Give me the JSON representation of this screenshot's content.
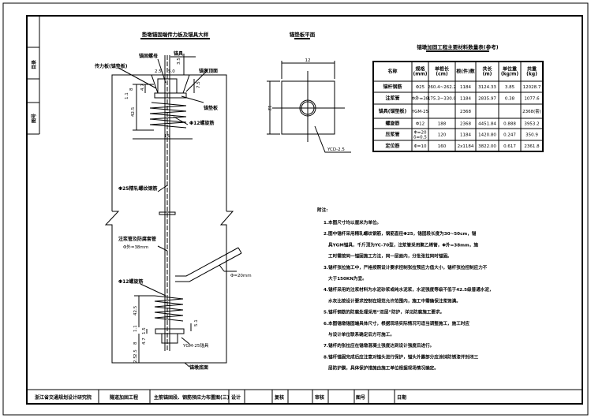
{
  "sheet": {
    "side_labels": [
      "目录",
      "图号"
    ],
    "title_block": {
      "institute": "浙江省交通规划设计研究院",
      "project": "隧道加固工程",
      "drawing_title": "主筋锚固段、钢筋预应力布置图(三)",
      "design": "设计",
      "check": "复核",
      "review": "审核",
      "drawing_no": "图号",
      "date": "日期"
    }
  },
  "detail": {
    "title": "垫墩锚固端传力板及锚具大样",
    "labels": {
      "anchor": "锚具",
      "nut": "锚固螺母",
      "plate": "传力板(锚垫板)",
      "grout_cap": "锚墩顶面",
      "bearing": "锚垫板",
      "spiral_top": "Φ12螺旋筋",
      "bar": "Φ25精轧螺纹钢筋",
      "sleeve": "注浆管及防腐套管",
      "sleeve_dim": "Φ外=38mm",
      "pipe": "Φ=20mm",
      "spiral_bottom": "Φ12螺旋筋",
      "anchor_bottom": "YGM-25锚具",
      "bottom": "锚墩底面"
    },
    "dims": [
      "3.5",
      "5.0",
      "2.5",
      "7.5",
      "8",
      "4.7",
      "1.1",
      "42.5",
      "15",
      "2.5",
      "8",
      "2.5",
      "1.5",
      "5.1"
    ]
  },
  "plan": {
    "title": "锚垫板平面",
    "width": "12",
    "height": "12",
    "label": "YCD-2.5"
  },
  "table": {
    "title": "锚墩加固工程主要材料数量表(参考)",
    "headers": [
      "名称",
      "规格\n(mm)",
      "单根长\n(cm)",
      "根(件)数",
      "共长\n(m)",
      "单位重\n(kg/m)",
      "共重\n(kg)"
    ],
    "rows": [
      [
        "锚杆钢筋",
        "Φ25",
        "260.4~262.2",
        "1184",
        "3124.33",
        "3.85",
        "12028.7"
      ],
      [
        "注浆管",
        "Φ外=38",
        "175.3~330.0",
        "1184",
        "2835.97",
        "0.38",
        "1077.6"
      ],
      [
        "锚具(锚垫板)",
        "YGM-25",
        "",
        "2368",
        "",
        "",
        "2368(套)"
      ],
      [
        "螺旋筋",
        "Φ12",
        "188",
        "2368",
        "4451.84",
        "0.888",
        "3953.2"
      ],
      [
        "压浆管",
        "Φ=20 δ=0.5",
        "120",
        "1184",
        "1420.80",
        "0.247",
        "350.9"
      ],
      [
        "定位筋",
        "Φ=10",
        "160",
        "2x1184",
        "3822.00",
        "0.617",
        "2361.8"
      ]
    ]
  },
  "notes": {
    "heading": "附注:",
    "lines": [
      "1.本图尺寸均以厘米为单位。",
      "2.图中锚杆采用精轧螺纹钢筋，钢筋直径Φ25，锚固段长度为30~50cm，锚",
      "  具YGM锚具，千斤顶为YC-70型，注浆管采用聚乙烯管，Φ外=38mm，施",
      "  工时需按同一锚固施工方法，同一层面内，分批张拉同时锚固。",
      "3.锚杆张拉施工中，严格按照设计要求控制张拉预应力值大小，锚杆张拉控制应力不",
      "  大于150KN为宜。",
      "4.锚杆采用的注浆材料为水泥砂浆或纯水泥浆，水泥强度等级不低于42.5级普通水泥，",
      "  水灰比按设计要求控制在规范允许范围内，施工中需确保注浆饱满。",
      "5.锚杆钢筋的防腐处理采用“双层”防护，详见防腐施工要求。",
      "6.本图锚墩锚固端具体尺寸，根据现场实际情况可适当调整施工，施工时应",
      "  与设计单位联系确定后方可施工。",
      "7.锚杆的张拉应在锚墩混凝土强度达到设计强度后进行。",
      "8.锚杆锚固完成后应注意对锚头进行保护，锚头外露部分应涂抹防锈漆并封闭三",
      "  层防护膜，具体保护措施由施工单位根据现场情况确定。"
    ]
  }
}
